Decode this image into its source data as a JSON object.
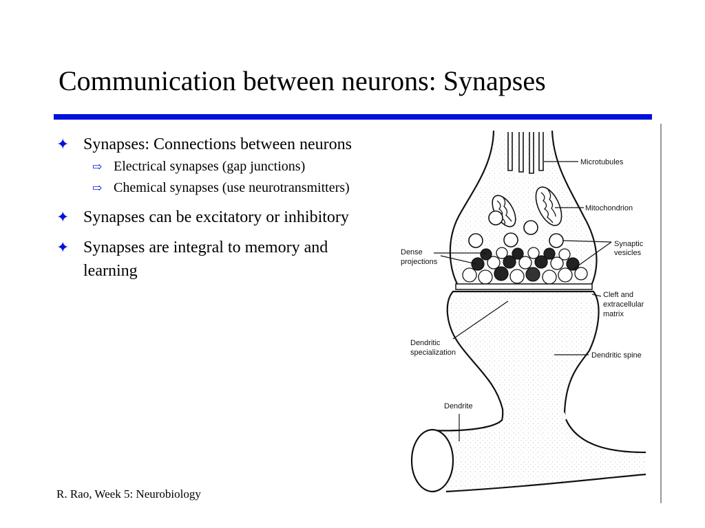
{
  "slide": {
    "title": "Communication between neurons: Synapses",
    "accent_color": "#0011dd",
    "bullet_icon": "four-pointed-star-icon",
    "sub_bullet_icon": "hollow-arrow-icon",
    "bullet_glyph": "✦",
    "sub_bullet_glyph": "⇨",
    "bullets": [
      {
        "text": "Synapses: Connections between neurons",
        "sub": [
          "Electrical synapses (gap junctions)",
          "Chemical synapses (use neurotransmitters)"
        ]
      },
      {
        "text": "Synapses can be excitatory or inhibitory"
      },
      {
        "text": "Synapses are integral to memory and learning"
      }
    ],
    "footer": "R. Rao, Week 5: Neurobiology"
  },
  "diagram": {
    "labels": {
      "microtubules": "Microtubules",
      "mitochondrion": "Mitochondrion",
      "synaptic_vesicles_1": "Synaptic",
      "synaptic_vesicles_2": "vesicles",
      "dense_projections_1": "Dense",
      "dense_projections_2": "projections",
      "cleft_1": "Cleft and",
      "cleft_2": "extracellular",
      "cleft_3": "matrix",
      "dendritic_spec_1": "Dendritic",
      "dendritic_spec_2": "specialization",
      "dendritic_spine": "Dendritic spine",
      "dendrite": "Dendrite"
    }
  }
}
